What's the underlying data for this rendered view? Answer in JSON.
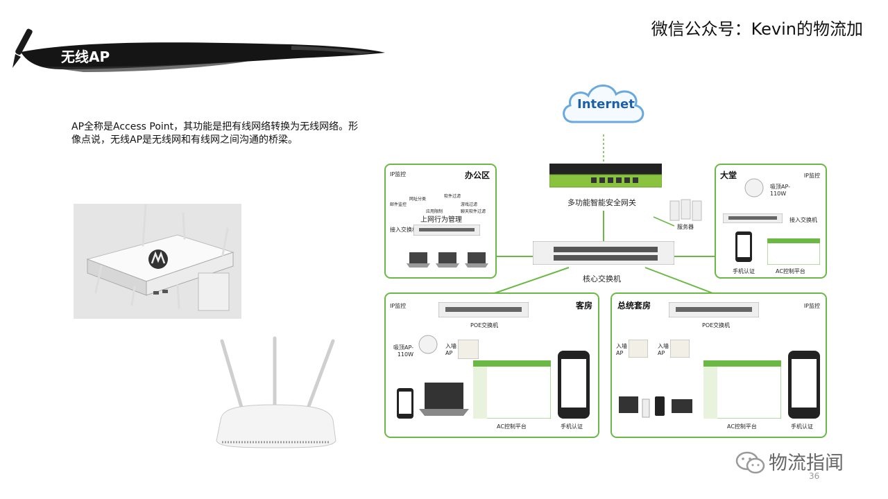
{
  "header": {
    "slide_title": "无线AP",
    "wechat_account": "微信公众号：Kevin的物流加"
  },
  "body": {
    "description": "AP全称是Access Point，其功能是把有线网络转换为无线网络。形像点说，无线AP是无线网和有线网之间沟通的桥梁。"
  },
  "diagram": {
    "internet": "Internet",
    "gateway": "多功能智能安全网关",
    "servers": "服务器",
    "core_switch": "核心交换机",
    "office": {
      "title": "办公区",
      "ip_camera": "IP监控",
      "behavior_mgmt": "上网行为管理",
      "access_switch": "接入交换机",
      "icons": [
        "邮件监控",
        "网址分类",
        "应用限制",
        "软件过滤",
        "游戏过滤",
        "聊天软件过滤"
      ]
    },
    "lobby": {
      "title": "大堂",
      "ip_camera": "IP监控",
      "ceiling_ap": "吸顶AP-110W",
      "access_switch": "接入交换机",
      "phone_auth": "手机认证",
      "ac_platform": "AC控制平台"
    },
    "guest_room": {
      "title": "客房",
      "ip_camera": "IP监控",
      "poe_switch": "POE交换机",
      "ceiling_ap": "吸顶AP-110W",
      "wall_ap": "入墙AP",
      "ac_platform": "AC控制平台",
      "phone_auth": "手机认证"
    },
    "suite": {
      "title": "总统套房",
      "ip_camera": "IP监控",
      "poe_switch": "POE交换机",
      "wall_ap_1": "入墙AP",
      "wall_ap_2": "入墙AP",
      "ac_platform": "AC控制平台",
      "phone_auth": "手机认证"
    }
  },
  "footer": {
    "brand": "物流指闻",
    "page_number": "36"
  },
  "colors": {
    "zone_border": "#69b944",
    "gateway_green": "#8ac43f",
    "cloud_text": "#1d5fa8"
  }
}
